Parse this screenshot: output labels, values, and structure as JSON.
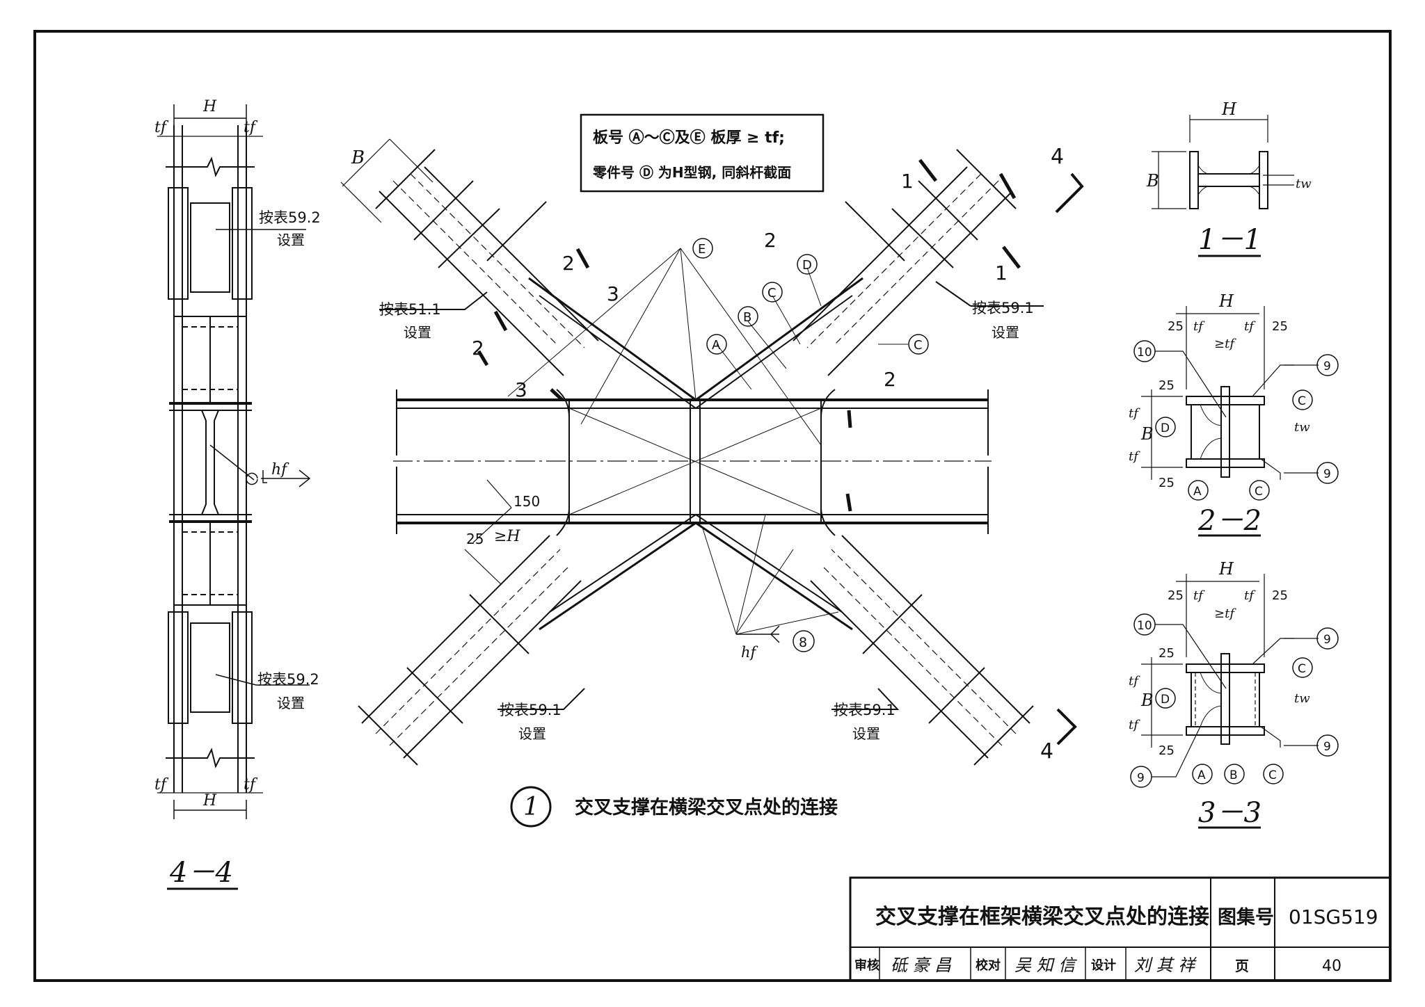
{
  "sheet": {
    "title": "交叉支撑在框架横梁交叉点处的连接",
    "atlas_label": "图集号",
    "atlas_number": "01SG519",
    "page_label": "页",
    "page_number": "40",
    "review_label": "审核",
    "review_signature": "砥 豪 昌",
    "check_label": "校对",
    "check_signature": "吴 知 信",
    "design_label": "设计",
    "design_signature": "刘 其 祥"
  },
  "note": {
    "line1": "板号 Ⓐ～Ⓒ及Ⓔ 板厚 ≥ tf;",
    "line2": "零件号 Ⓓ 为H型钢, 同斜杆截面"
  },
  "main_view": {
    "detail_number": "1",
    "caption": "交叉支撑在横梁交叉点处的连接",
    "dim_B": "B",
    "dim_150": "150",
    "dim_25": "25",
    "dim_ge_H": "≥H",
    "labels": {
      "A": "A",
      "B": "B",
      "C": "C",
      "D": "D",
      "E": "E",
      "C2": "C",
      "weld_8": "8",
      "hf": "hf"
    },
    "notes": {
      "n511": "按表51.1",
      "n511b": "设置",
      "n591_tr": "按表59.1",
      "n591_tr_b": "设置",
      "n591_bl": "按表59.1",
      "n591_bl_b": "设置",
      "n591_br": "按表59.1",
      "n591_br_b": "设置"
    },
    "section_marks": {
      "s1a": "1",
      "s1b": "1",
      "s2a": "2",
      "s2b": "2",
      "s2c": "2",
      "s2d": "2",
      "s3a": "3",
      "s3b": "3",
      "s4a": "4",
      "s4b": "4"
    }
  },
  "section_44": {
    "title": "4－4",
    "H_top": "H",
    "H_bot": "H",
    "tf_tl": "tf",
    "tf_tr": "tf",
    "tf_bl": "tf",
    "tf_br": "tf",
    "note_top": "按表59.2",
    "note_top_b": "设置",
    "note_bot": "按表59.2",
    "note_bot_b": "设置",
    "hf": "hf"
  },
  "section_11": {
    "title": "1－1",
    "H": "H",
    "B": "B",
    "tw": "tw"
  },
  "section_22": {
    "title": "2－2",
    "H": "H",
    "B": "B",
    "tw": "tw",
    "tf1": "tf",
    "tf2": "tf",
    "tf3": "≥tf",
    "tf4": "tf",
    "tf5": "tf",
    "d25a": "25",
    "d25b": "25",
    "d25c": "25",
    "d25d": "25",
    "l10": "10",
    "l9a": "9",
    "l9b": "9",
    "lA": "A",
    "lC1": "C",
    "lC2": "C",
    "lD": "D"
  },
  "section_33": {
    "title": "3－3",
    "H": "H",
    "B": "B",
    "tw": "tw",
    "tf1": "tf",
    "tf2": "tf",
    "tf3": "≥tf",
    "tf4": "tf",
    "tf5": "tf",
    "d25a": "25",
    "d25b": "25",
    "d25c": "25",
    "d25d": "25",
    "l10": "10",
    "l9a": "9",
    "l9b": "9",
    "l9c": "9",
    "lA": "A",
    "lB": "B",
    "lC1": "C",
    "lC2": "C",
    "lD": "D"
  }
}
